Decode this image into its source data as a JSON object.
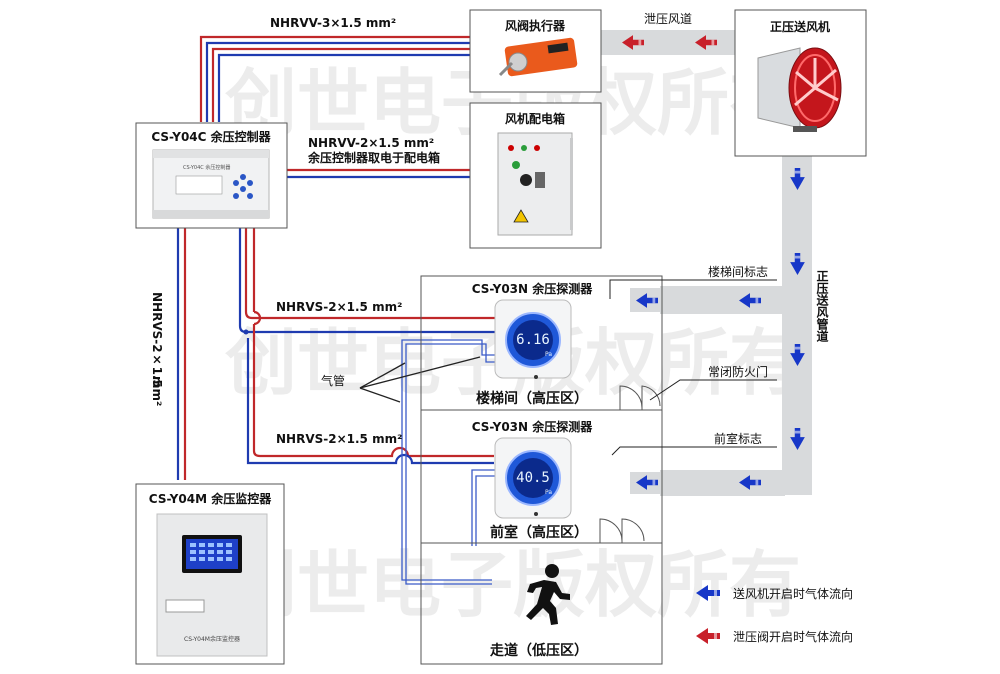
{
  "colors": {
    "red_wire": "#c0282a",
    "blue_wire": "#1f3bb0",
    "duct": "#d8dadc",
    "blue_arrow": "#1737c8",
    "red_arrow": "#c8202a",
    "box_border": "#555555",
    "lcd_blue": "#1f58d8"
  },
  "watermark": "创世电子版权所有",
  "devices": {
    "actuator": {
      "title": "风阀执行器"
    },
    "fan": {
      "title": "正压送风机"
    },
    "power_box": {
      "title": "风机配电箱"
    },
    "controller": {
      "title": "CS-Y04C 余压控制器",
      "panel_text": "CS-Y04C  余压控制器"
    },
    "monitor": {
      "title": "CS-Y04M 余压监控器",
      "panel_text": "CS-Y04M余压监控器"
    },
    "detector_upper": {
      "title": "CS-Y03N 余压探测器",
      "reading": "6.16",
      "unit": "Pa"
    },
    "detector_lower": {
      "title": "CS-Y03N 余压探测器",
      "reading": "40.5",
      "unit": "Pa"
    }
  },
  "ducts": {
    "relief": "泄压风道",
    "supply": "正压送风管道"
  },
  "cables": {
    "actuator_cable": "NHRVV-3×1.5 mm²",
    "power_cable_line1": "NHRVV-2×1.5 mm²",
    "power_cable_line2": "余压控制器取电于配电箱",
    "detector_cable_upper": "NHRVS-2×1.5 mm²",
    "detector_cable_lower": "NHRVS-2×1.5 mm²",
    "monitor_cable_line1": "NHRVS-2×1.5",
    "monitor_cable_line2": "mm²"
  },
  "labels": {
    "air_tube": "气管",
    "stair_sign": "楼梯间标志",
    "fire_door": "常闭防火门",
    "anteroom_sign": "前室标志"
  },
  "zones": {
    "stair": "楼梯间（高压区）",
    "anteroom": "前室（高压区）",
    "corridor": "走道（低压区）"
  },
  "legend": {
    "fan_flow": "送风机开启时气体流向",
    "relief_flow": "泄压阀开启时气体流向"
  }
}
